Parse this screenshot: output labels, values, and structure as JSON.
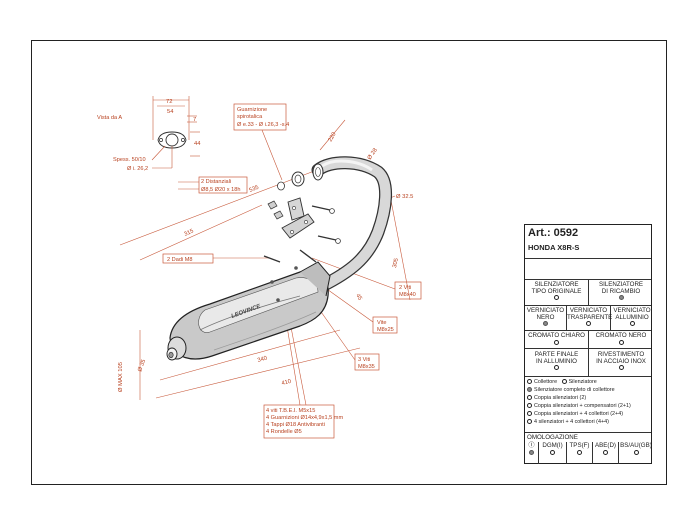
{
  "header": {
    "article_label": "Art.:",
    "article_code": "0592",
    "model": "HONDA X8R-S"
  },
  "drawing": {
    "view_label": "Vista da A",
    "flange_dims": [
      "72",
      "54",
      "7",
      "44"
    ],
    "thickness_label": "Spess. 50/10",
    "inner_diameter_label": "Ø i. 26,2",
    "gasket_callout": [
      "Guarnizione",
      "spirotalica",
      "Ø e.33 - Ø i.26,3 -s.4"
    ],
    "spacers_callout": [
      "2 Distanziali",
      "Ø8,5  Ø20 x 18h"
    ],
    "nuts_callout": "2 Dadi M8",
    "screws_m8_callout": [
      "2 Viti",
      "M8x40"
    ],
    "screw_m8x25_callout": [
      "Vite",
      "M8x25"
    ],
    "screws_m8x35_callout": [
      "3 Viti",
      "M8x35"
    ],
    "hardware_callout": [
      "4 viti T.B.E.I. M5x15",
      "4 Guarnizioni Ø14x4,9x1,5 mm",
      "4 Tappi Ø18 Antivibranti",
      "4 Rondelle Ø5"
    ],
    "dimensions": {
      "d535": "535",
      "d315": "315",
      "d340": "340",
      "d410": "410",
      "d305": "305",
      "d220": "220",
      "d28": "Ø 28",
      "d325": "Ø 32.5",
      "d45": "45",
      "d35": "Ø 35",
      "dmax105": "Ø MAX 105"
    },
    "brand_mark": "LEOVINCE"
  },
  "panel": {
    "silencer_original": [
      "SILENZIATORE",
      "TIPO ORIGINALE"
    ],
    "silencer_spare": [
      "SILENZIATORE",
      "DI RICAMBIO"
    ],
    "painted_black": [
      "VERNICIATO",
      "NERO"
    ],
    "painted_transparent": [
      "VERNICIATO",
      "TRASPARENTE"
    ],
    "painted_aluminium": [
      "VERNICIATO",
      "ALLUMINIO"
    ],
    "chrome_light": "CROMATO CHIARO",
    "chrome_black": "CROMATO NERO",
    "end_part": [
      "PARTE FINALE",
      "IN ALLUMINIO"
    ],
    "coating": [
      "RIVESTIMENTO",
      "IN ACCIAIO INOX"
    ],
    "options": {
      "collector": "Collettore",
      "silencer": "Silenziatore",
      "complete": "Silenziatore completo di collettore",
      "pair": "Coppia silenziatori (2)",
      "pair_comp": "Coppia silenziatori + compensatori (2+1)",
      "pair_4coll": "Coppia silenziatori + 4 collettori (2+4)",
      "four_four": "4 silenziatori + 4 collettori (4+4)"
    },
    "homologation_label": "OMOLOGAZIONE",
    "homologation": [
      "Ⓘ",
      "DGM(I)",
      "TPS(F)",
      "ABE(D)",
      "BS/AU(GB)"
    ]
  }
}
